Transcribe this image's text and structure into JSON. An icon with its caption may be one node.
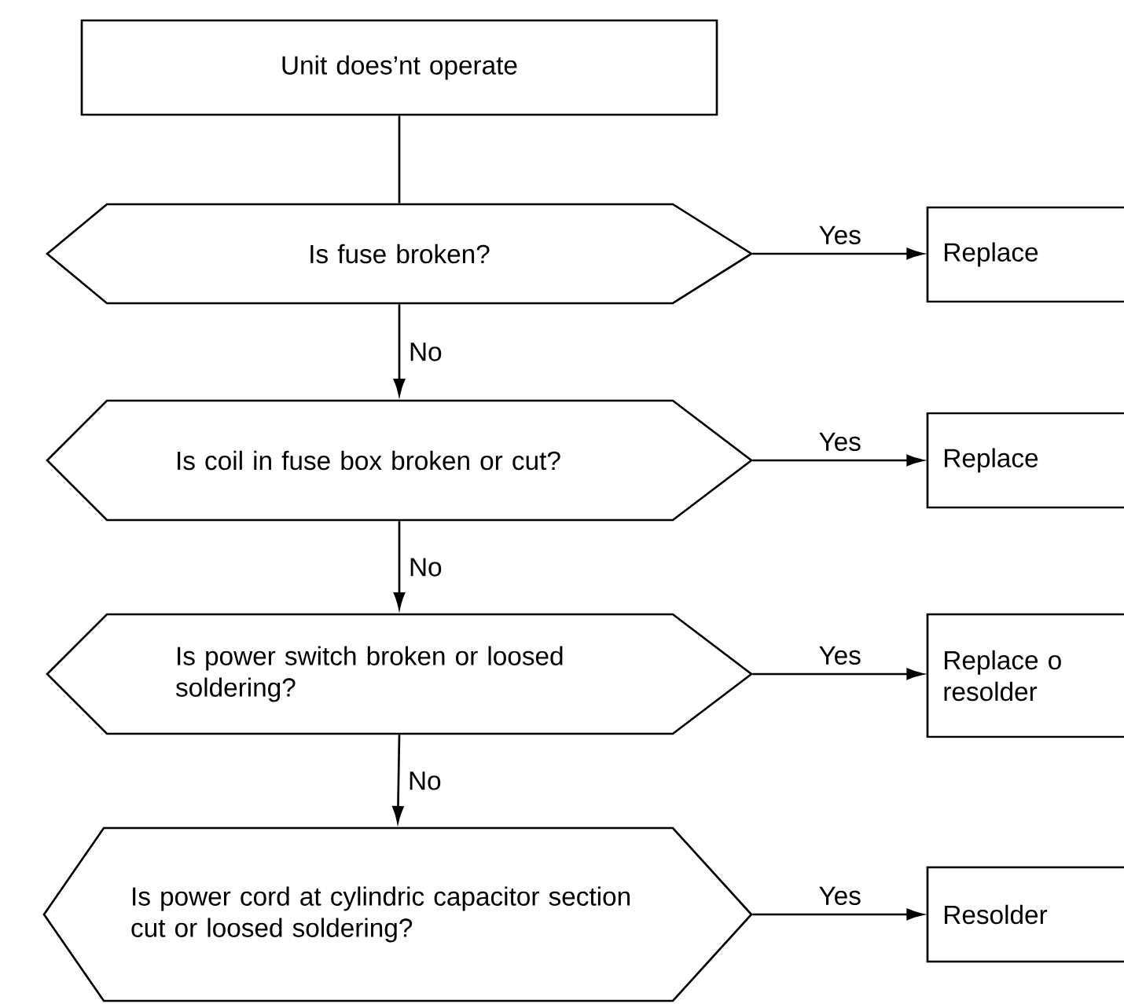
{
  "diagram": {
    "nodes": [
      {
        "text": [
          "Unit does’nt operate"
        ]
      },
      {
        "text": [
          "Is fuse broken?"
        ]
      },
      {
        "text": [
          "Replace"
        ]
      },
      {
        "text": [
          "Is coil in fuse box broken or cut?"
        ]
      },
      {
        "text": [
          "Replace"
        ]
      },
      {
        "text": [
          "Is power switch broken or loosed soldering?"
        ]
      },
      {
        "text": [
          "Replace o resolder"
        ]
      },
      {
        "text": [
          "Is power cord at cylindric capacitor section cut or loosed soldering?"
        ]
      },
      {
        "text": [
          "Resolder"
        ]
      }
    ],
    "edges": [
      {
        "from": 0,
        "to": 1,
        "arrow": "none"
      },
      {
        "from": 1,
        "to": 2,
        "arrow": "to",
        "label": "Yes"
      },
      {
        "from": 1,
        "to": 3,
        "arrow": "to",
        "label": "No"
      },
      {
        "from": 3,
        "to": 4,
        "arrow": "to",
        "label": "Yes"
      },
      {
        "from": 3,
        "to": 5,
        "arrow": "to",
        "label": "No"
      },
      {
        "from": 5,
        "to": 6,
        "arrow": "to",
        "label": "Yes"
      },
      {
        "from": 5,
        "to": 7,
        "arrow": "to",
        "label": "No"
      },
      {
        "from": 7,
        "to": 8,
        "arrow": "to",
        "label": "Yes"
      }
    ]
  }
}
